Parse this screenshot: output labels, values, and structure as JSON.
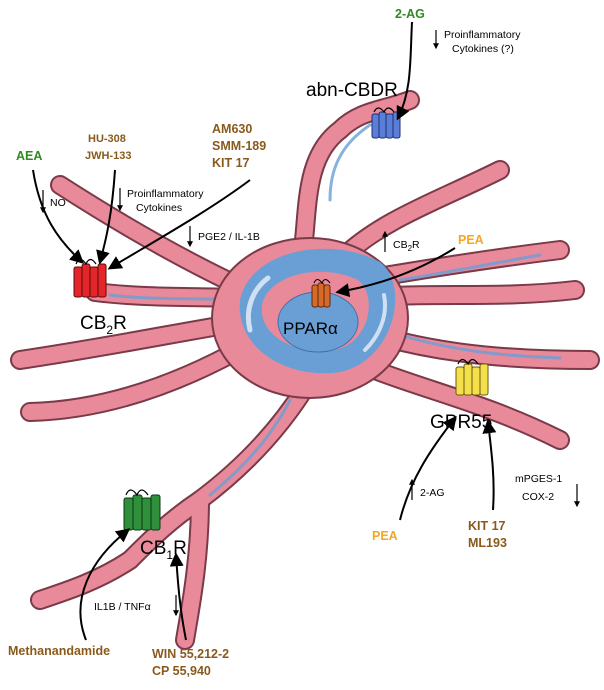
{
  "receptors": {
    "abn_cbdr": "abn-CBDR",
    "cb2r_main": "CB",
    "cb2r_sub": "2",
    "cb2r_tail": "R",
    "ppara": "PPARα",
    "gpr55": "GPR55",
    "cb1r_main": "CB",
    "cb1r_sub": "1",
    "cb1r_tail": "R"
  },
  "ligands": {
    "two_ag_top": "2-AG",
    "aea": "AEA",
    "hu308": "HU-308",
    "jwh133": "JWH-133",
    "am630": "AM630",
    "smm189": "SMM-189",
    "kit17_top": "KIT 17",
    "pea_right": "PEA",
    "pea_bottom": "PEA",
    "kit17_bottom": "KIT 17",
    "ml193": "ML193",
    "methanandamide": "Methanandamide",
    "win": "WIN 55,212-2",
    "cp": "CP 55,940"
  },
  "effects": {
    "proinf_top_1": "Proinflammatory",
    "proinf_top_2": "Cytokines (?)",
    "no": "NO",
    "proinf_left_1": "Proinflammatory",
    "proinf_left_2": "Cytokines",
    "pge2": "PGE2 / IL-1B",
    "cb2r_up_main": "CB",
    "cb2r_up_sub": "2",
    "cb2r_up_tail": "R",
    "two_ag_up": "2-AG",
    "mpges": "mPGES-1",
    "cox2": "COX-2",
    "il1b": "IL1B / TNFα"
  },
  "colors": {
    "cell_body": "#e98a9a",
    "cell_outline": "#7a3a48",
    "nucleus": "#6a9fd6",
    "highlight": "#cfe0f2",
    "green_ligand": "#2e8b20",
    "brown_ligand": "#8a5a1c",
    "orange_ligand": "#f5a623",
    "cb2r_receptor": "#e4262a",
    "abn_receptor": "#5b7fd8",
    "ppara_receptor": "#d76a2a",
    "gpr55_receptor": "#f4e04a",
    "cb1r_receptor": "#2f8f3a"
  }
}
